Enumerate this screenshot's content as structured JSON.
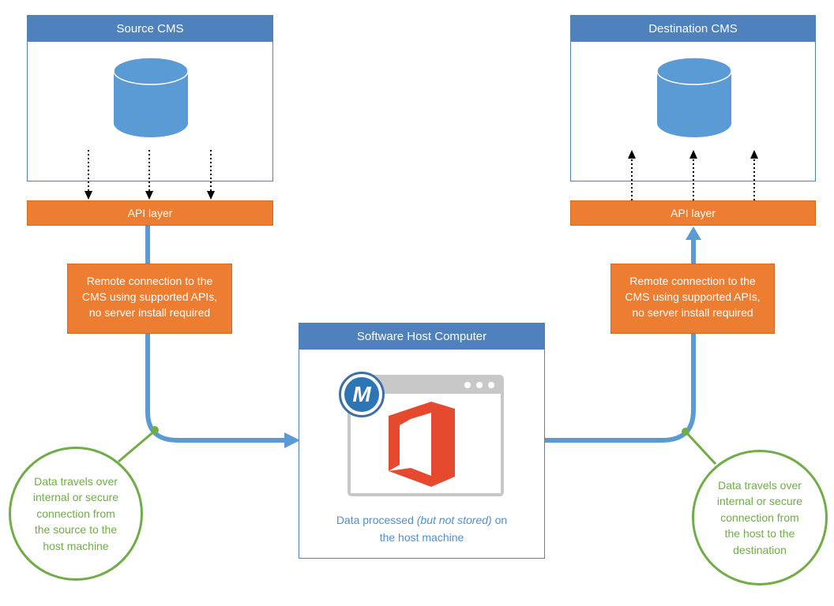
{
  "source": {
    "title": "Source CMS",
    "api_label": "API layer",
    "note_lines": [
      "Remote connection to the",
      "CMS using supported APIs,",
      "no server install required"
    ],
    "bubble_lines": [
      "Data travels over",
      "internal or secure",
      "connection from",
      "the source to the",
      "host machine"
    ]
  },
  "destination": {
    "title": "Destination CMS",
    "api_label": "API layer",
    "note_lines": [
      "Remote connection to the",
      "CMS using supported APIs,",
      "no server install required"
    ],
    "bubble_lines": [
      "Data travels over",
      "internal or secure",
      "connection from",
      "the host to the",
      "destination"
    ]
  },
  "host": {
    "title": "Software Host Computer",
    "logo_letter": "M",
    "caption_part1": "Data processed ",
    "caption_italic": "(but not stored)",
    "caption_part2": " on",
    "caption_line2": "the host machine"
  },
  "colors": {
    "panel_blue": "#4f81bd",
    "flow_blue": "#5b9bd5",
    "api_orange": "#ed7d31",
    "green": "#70ad47",
    "office_red": "#e64a2e"
  },
  "icons": [
    "database-icon",
    "browser-window-icon",
    "m-logo-icon",
    "office-logo-icon"
  ]
}
